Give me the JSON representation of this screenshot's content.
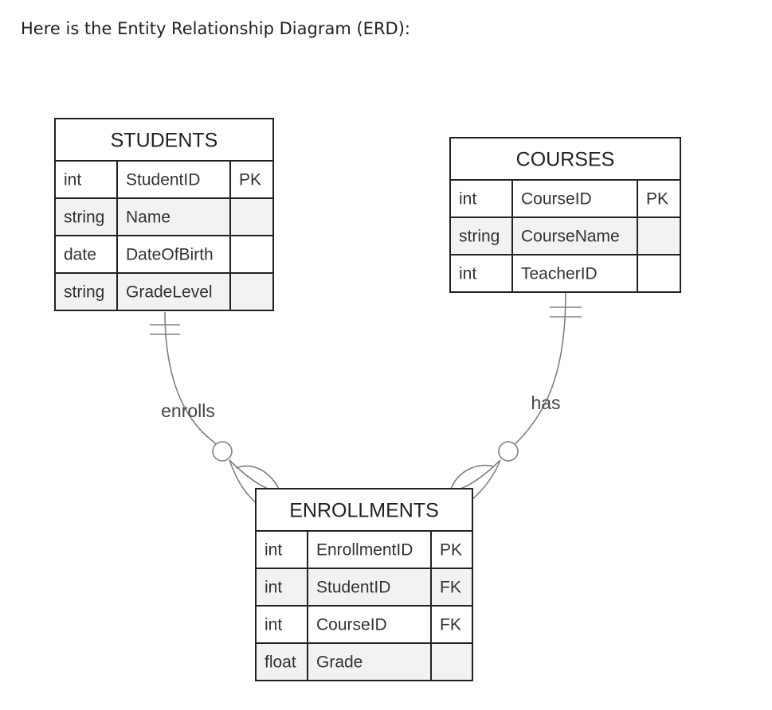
{
  "intro_text": "Here is the Entity Relationship Diagram (ERD):",
  "colors": {
    "row_alt": "#f2f2f2",
    "row": "#ffffff",
    "border": "#222222",
    "connector": "#808080"
  },
  "entities": [
    {
      "name": "STUDENTS",
      "rows": [
        {
          "type": "int",
          "field": "StudentID",
          "key": "PK"
        },
        {
          "type": "string",
          "field": "Name",
          "key": ""
        },
        {
          "type": "date",
          "field": "DateOfBirth",
          "key": ""
        },
        {
          "type": "string",
          "field": "GradeLevel",
          "key": ""
        }
      ]
    },
    {
      "name": "COURSES",
      "rows": [
        {
          "type": "int",
          "field": "CourseID",
          "key": "PK"
        },
        {
          "type": "string",
          "field": "CourseName",
          "key": ""
        },
        {
          "type": "int",
          "field": "TeacherID",
          "key": ""
        }
      ]
    },
    {
      "name": "ENROLLMENTS",
      "rows": [
        {
          "type": "int",
          "field": "EnrollmentID",
          "key": "PK"
        },
        {
          "type": "int",
          "field": "StudentID",
          "key": "FK"
        },
        {
          "type": "int",
          "field": "CourseID",
          "key": "FK"
        },
        {
          "type": "float",
          "field": "Grade",
          "key": ""
        }
      ]
    }
  ],
  "relationships": [
    {
      "label": "enrolls",
      "from": "STUDENTS",
      "to": "ENROLLMENTS",
      "from_cardinality": "exactly-one",
      "to_cardinality": "zero-or-many"
    },
    {
      "label": "has",
      "from": "COURSES",
      "to": "ENROLLMENTS",
      "from_cardinality": "exactly-one",
      "to_cardinality": "zero-or-many"
    }
  ]
}
